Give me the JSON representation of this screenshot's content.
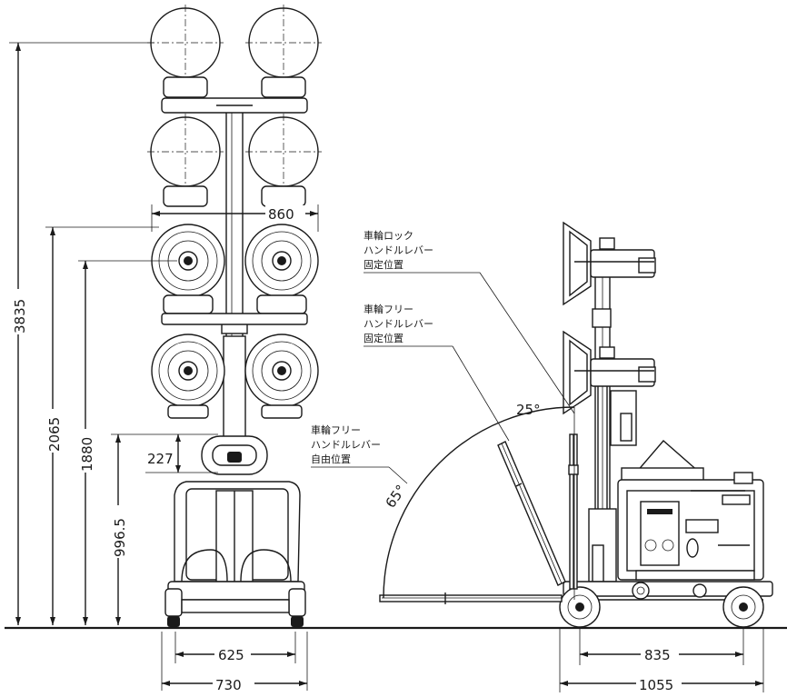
{
  "front_view": {
    "dimensions": {
      "total_height": "3835",
      "lower_lamp_height": "2065",
      "lamp_center_height": "1880",
      "handle_height": "996.5",
      "handle_offset": "227",
      "lamp_width": "860",
      "inner_width": "625",
      "outer_width": "730"
    }
  },
  "side_view": {
    "dimensions": {
      "wheelbase": "835",
      "overall_length": "1055",
      "angle_upper": "25°",
      "angle_lower": "65°"
    },
    "notes": {
      "lock": [
        "車輪ロック",
        "ハンドルレバー",
        "固定位置"
      ],
      "free_fixed": [
        "車輪フリー",
        "ハンドルレバー",
        "固定位置"
      ],
      "free": [
        "車輪フリー",
        "ハンドルレバー",
        "自由位置"
      ]
    }
  }
}
